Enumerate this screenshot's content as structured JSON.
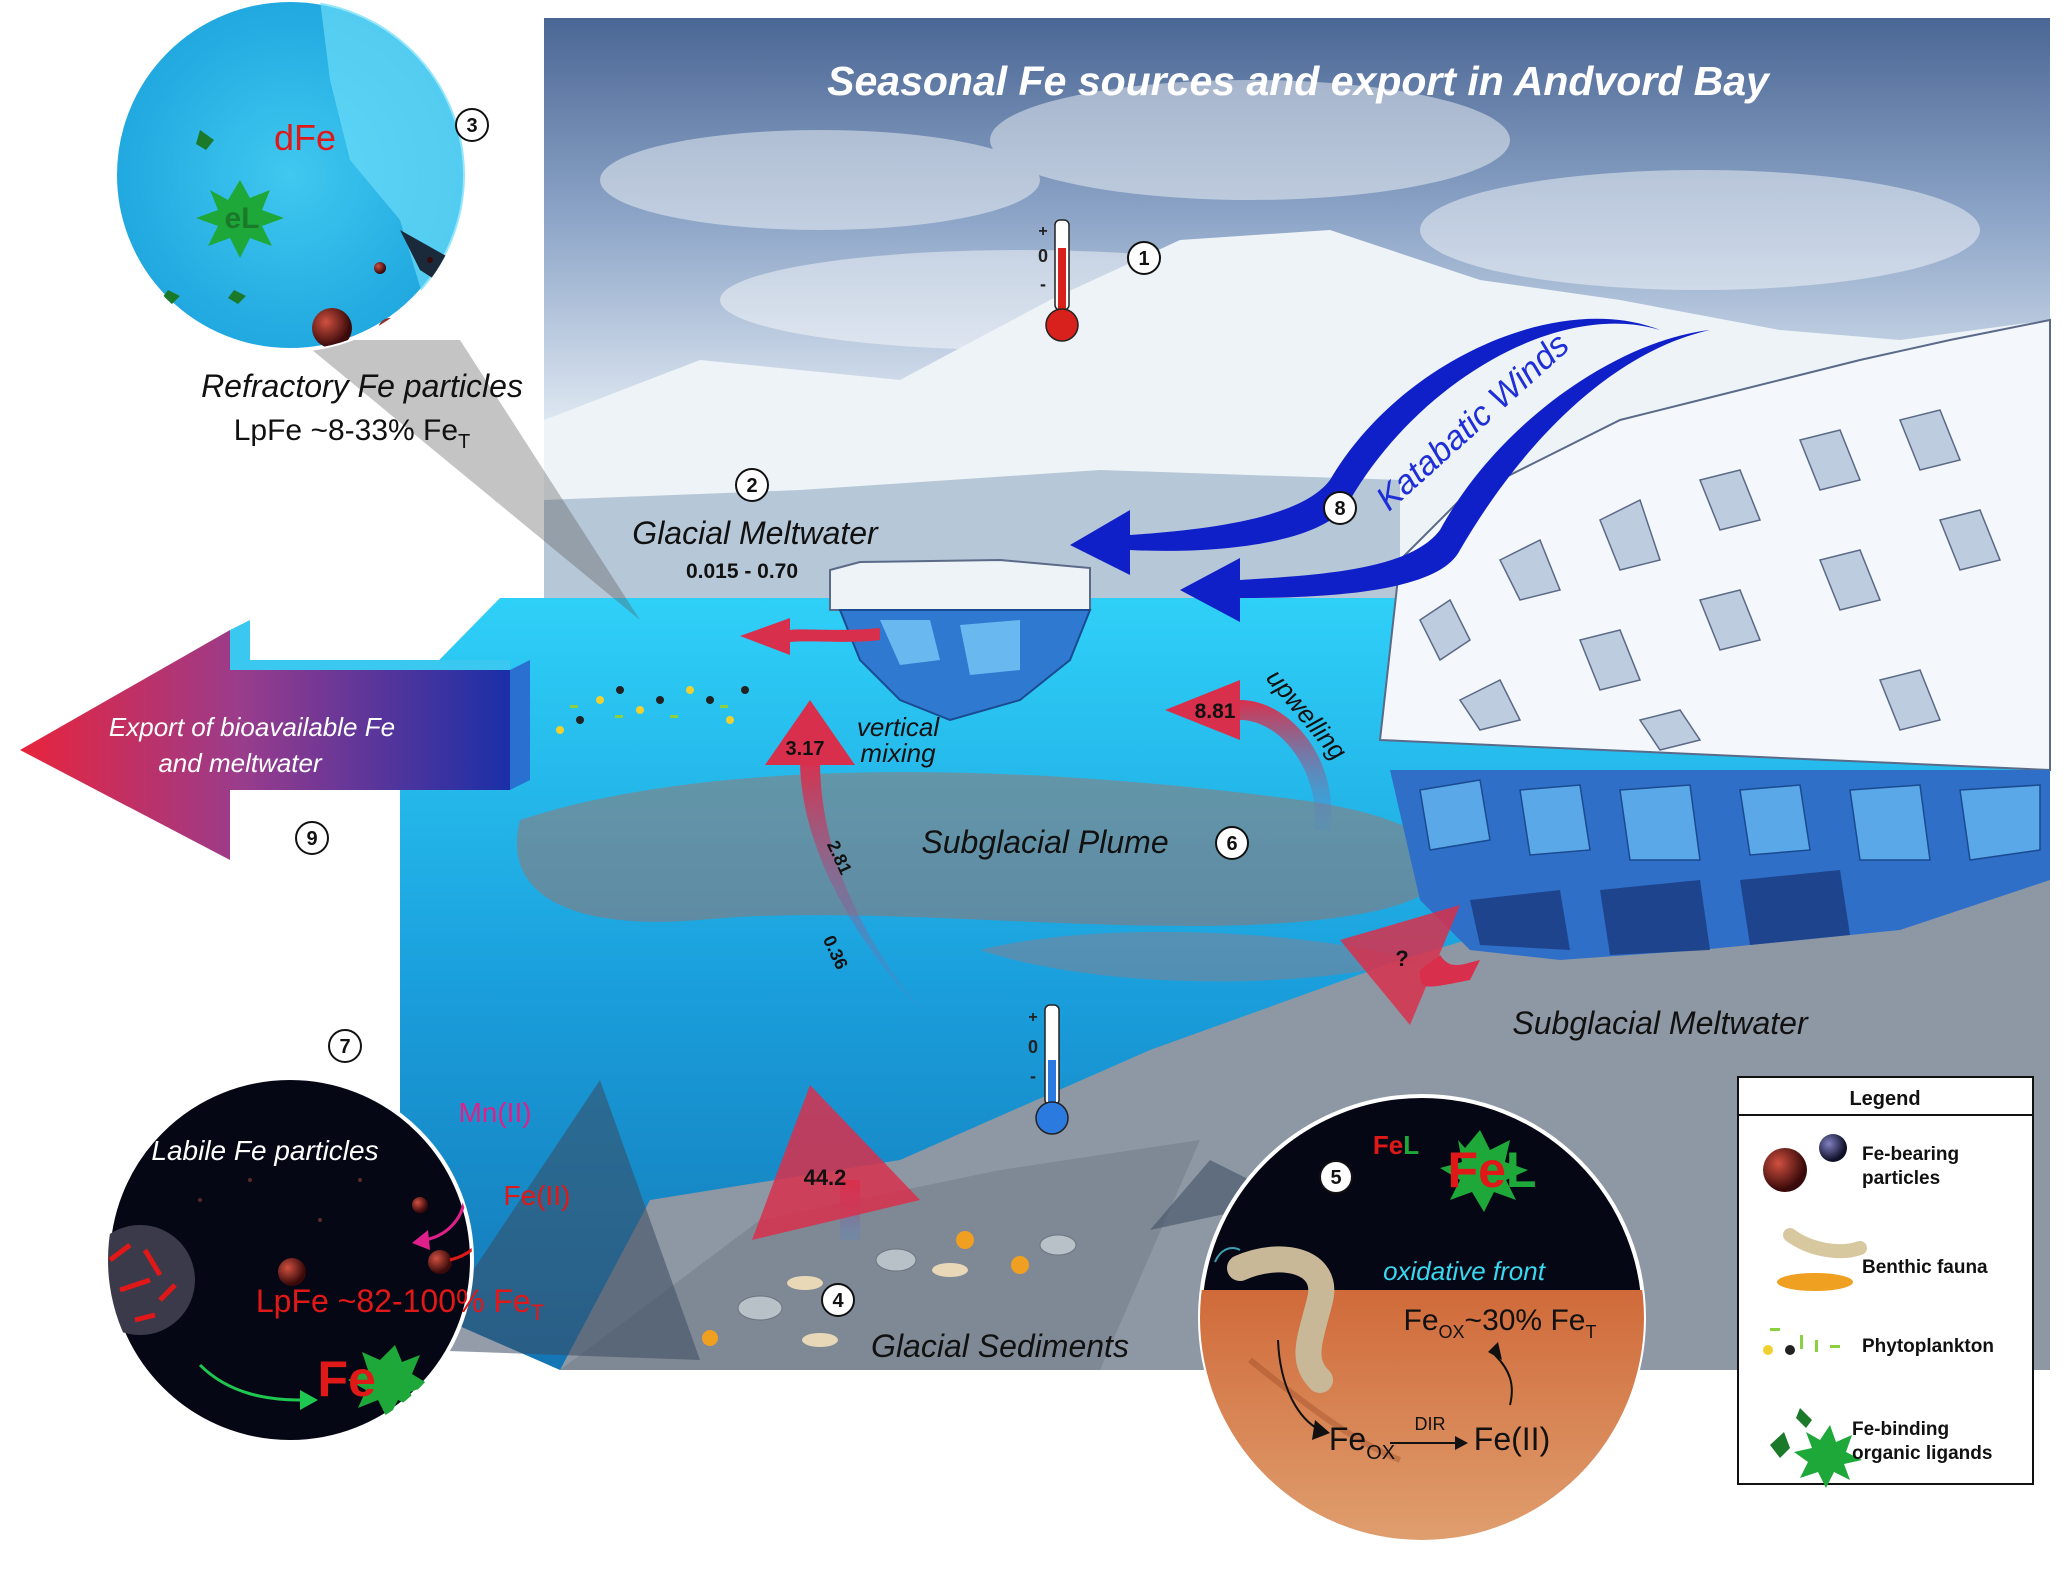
{
  "title": "Seasonal Fe sources and export in Andvord Bay",
  "markers": [
    "1",
    "2",
    "3",
    "4",
    "5",
    "6",
    "7",
    "8",
    "9"
  ],
  "thermometer": {
    "plus": "+",
    "zero": "0",
    "minus": "-"
  },
  "glacial_meltwater": {
    "label": "Glacial Meltwater",
    "value": "0.015 - 0.70"
  },
  "katabatic": {
    "label": "Katabatic Winds"
  },
  "export": {
    "line1": "Export of bioavailable Fe",
    "line2": "and meltwater"
  },
  "vertical_mixing": {
    "line1": "vertical",
    "line2": "mixing",
    "value": "3.17",
    "mid": "2.81",
    "low": "0.36"
  },
  "upwelling": {
    "label": "upwelling",
    "value": "8.81"
  },
  "subglacial_plume": {
    "label": "Subglacial Plume"
  },
  "subglacial_meltwater": {
    "label": "Subglacial Meltwater",
    "value": "?"
  },
  "sediments": {
    "label": "Glacial Sediments",
    "value": "44.2"
  },
  "inset3": {
    "dfe": "dFe",
    "el": "eL",
    "caption": "Refractory Fe particles",
    "lpfe": "LpFe ~8-33% Fe",
    "sub": "T"
  },
  "inset7": {
    "caption": "Labile Fe particles",
    "mn": "Mn(II)",
    "fe2": "Fe(II)",
    "lpfe": "LpFe ~82-100% Fe",
    "sub": "T",
    "fe": "Fe",
    "l": "L"
  },
  "inset5": {
    "fe_small": "Fe",
    "l_small": "L",
    "fe_big": "Fe",
    "l_big": "L",
    "front": "oxidative front",
    "feox_main": "Fe",
    "ox": "OX",
    "pct": "~30% Fe",
    "t": "T",
    "feox_bottom": "Fe",
    "ox2": "OX",
    "dir": "DIR",
    "fe2": "Fe(II)"
  },
  "legend": {
    "title": "Legend",
    "items": [
      {
        "line1": "Fe-bearing",
        "line2": "particles"
      },
      {
        "line1": "Benthic fauna",
        "line2": ""
      },
      {
        "line1": "Phytoplankton",
        "line2": ""
      },
      {
        "line1": "Fe-binding",
        "line2": "organic ligands"
      }
    ]
  },
  "colors": {
    "sky": "#5a7aa8",
    "water": "#1fa9e6",
    "sediment": "#8a96a2",
    "export_red": "#e8243c",
    "export_blue": "#1a2fa8",
    "wind": "#1020c8"
  }
}
